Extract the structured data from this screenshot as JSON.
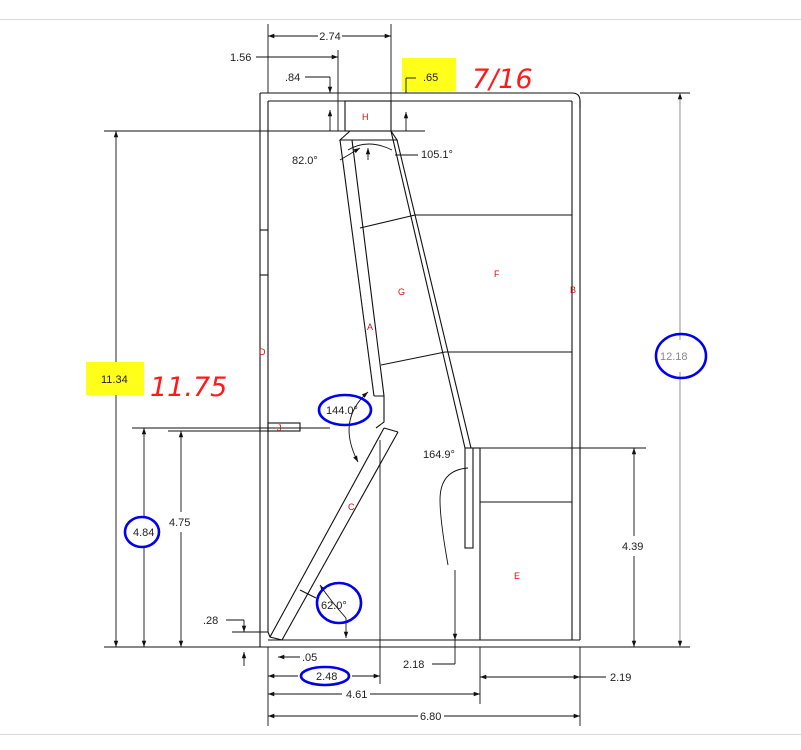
{
  "dimensions": {
    "top_width_2_74": "2.74",
    "top_offset_1_56": "1.56",
    "top_depth_84": ".84",
    "top_thickness_65": ".65",
    "angle_82": "82.0°",
    "angle_105": "105.1°",
    "left_height_11_34": "11.34",
    "right_height_12_18": "12.18",
    "angle_144": "144.0°",
    "angle_164": "164.9°",
    "height_4_84": "4.84",
    "height_4_75": "4.75",
    "height_4_39": "4.39",
    "angle_62": "62.0°",
    "small_28": ".28",
    "small_05": ".05",
    "dim_2_18": "2.18",
    "dim_2_48": "2.48",
    "dim_2_19": "2.19",
    "dim_4_61": "4.61",
    "overall_width_6_80": "6.80"
  },
  "part_labels": {
    "H": "H",
    "G": "G",
    "F": "F",
    "B": "B",
    "A": "A",
    "D": "D",
    "J": "J",
    "C": "C",
    "E": "E"
  },
  "handwritten": {
    "fraction": "7/16",
    "value": "11.75"
  },
  "colors": {
    "highlight": "#ffff1a",
    "circle": "#0000ee",
    "handwriting": "#ff1a1a",
    "part_label": "#d01010",
    "line": "#111111"
  }
}
